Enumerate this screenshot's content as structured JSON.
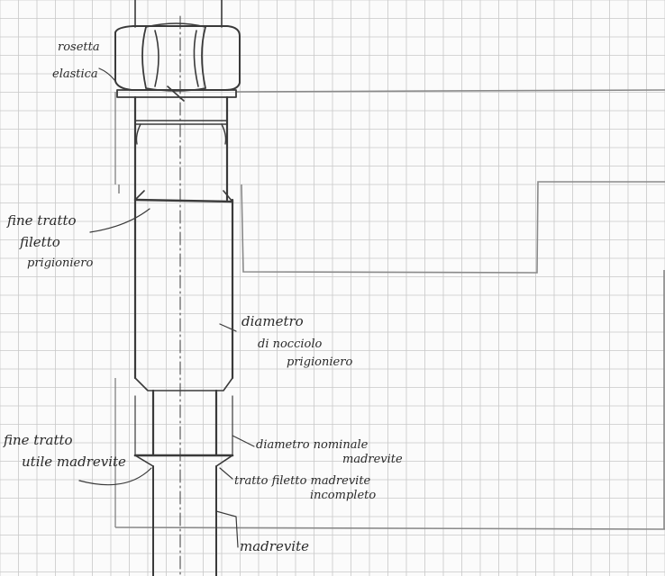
{
  "paper": {
    "background": "#fbfbfb",
    "grid_color": "#c9c9c9",
    "ink_color": "#3a3a3a"
  },
  "labels": {
    "washer": [
      "rosetta",
      "elastica"
    ],
    "stud_thread_end": [
      "fine tratto",
      "filetto",
      "prigioniero"
    ],
    "stud_core_diameter": [
      "diametro",
      "di nocciolo",
      "prigioniero"
    ],
    "nut_thread_end": [
      "fine tratto",
      "utile madrevite"
    ],
    "nut_nominal_diameter": [
      "diametro nominale",
      "madrevite"
    ],
    "incomplete_thread": [
      "tratto filetto madrevite",
      "incompleto"
    ],
    "nut_thread": [
      "madrevite"
    ]
  }
}
